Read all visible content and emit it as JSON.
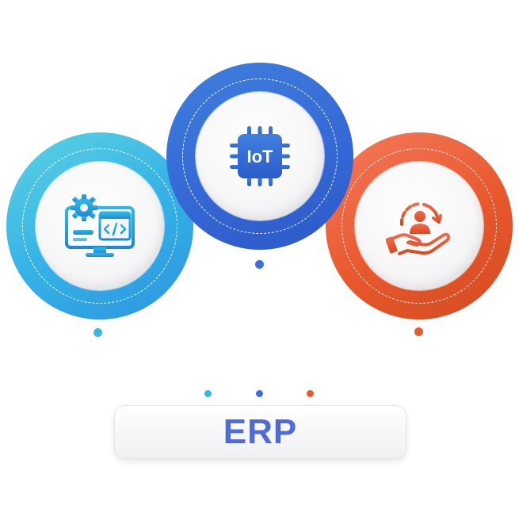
{
  "nodes": [
    {
      "id": "software",
      "icon": "computer-gear-code-icon",
      "accent": "#36b3e6"
    },
    {
      "id": "iot",
      "icon": "iot-chip-icon",
      "chip_label": "IoT",
      "accent": "#3569d6"
    },
    {
      "id": "customer",
      "icon": "customer-care-hand-icon",
      "accent": "#e8582c"
    }
  ],
  "center": {
    "label": "ERP",
    "color": "#4f6bd8"
  }
}
